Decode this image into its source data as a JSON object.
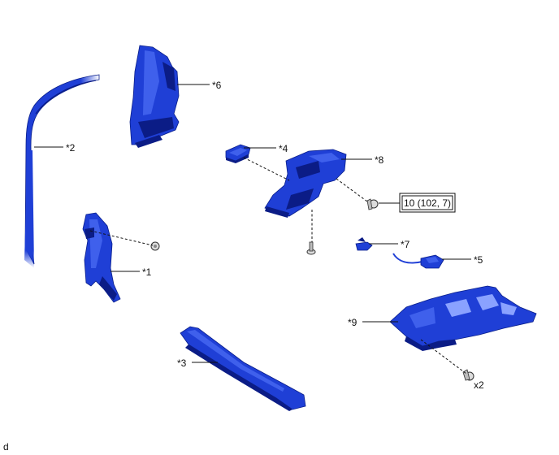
{
  "labels": {
    "p1": "*1",
    "p2": "*2",
    "p3": "*3",
    "p4": "*4",
    "p5": "*5",
    "p6": "*6",
    "p7": "*7",
    "p8": "*8",
    "p9": "*9",
    "qty": "x2",
    "footer": "d"
  },
  "torque": {
    "value": "10 (102, 7)"
  },
  "colors": {
    "part_blue": "#1f3fd6",
    "part_dark": "#0b1c86",
    "part_light": "#5a7cff",
    "line": "#111111"
  }
}
